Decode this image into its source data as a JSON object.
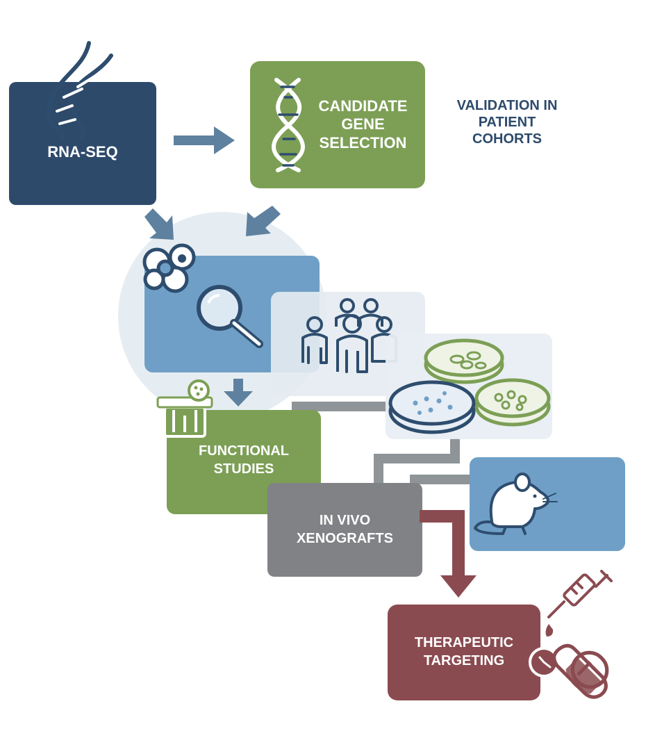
{
  "nodes": {
    "rna_seq": {
      "label": "RNA-SEQ"
    },
    "candidate": {
      "lines": [
        "CANDIDATE",
        "GENE",
        "SELECTION"
      ]
    },
    "validation": {
      "lines": [
        "VALIDATION IN",
        "PATIENT",
        "COHORTS"
      ]
    },
    "functional": {
      "lines": [
        "FUNCTIONAL",
        "STUDIES"
      ]
    },
    "xenografts": {
      "lines": [
        "IN VIVO",
        "XENOGRAFTS"
      ]
    },
    "therapeutic": {
      "lines": [
        "THERAPEUTIC",
        "TARGETING"
      ]
    }
  },
  "colors": {
    "navy": "#2d4a6b",
    "green": "#7c9f55",
    "steel_blue": "#6f9fc6",
    "grey": "#808285",
    "maroon": "#8a4b50",
    "arrow": "#5e819f",
    "connector": "#8e9498",
    "icon_line": "#2e4d6e"
  }
}
